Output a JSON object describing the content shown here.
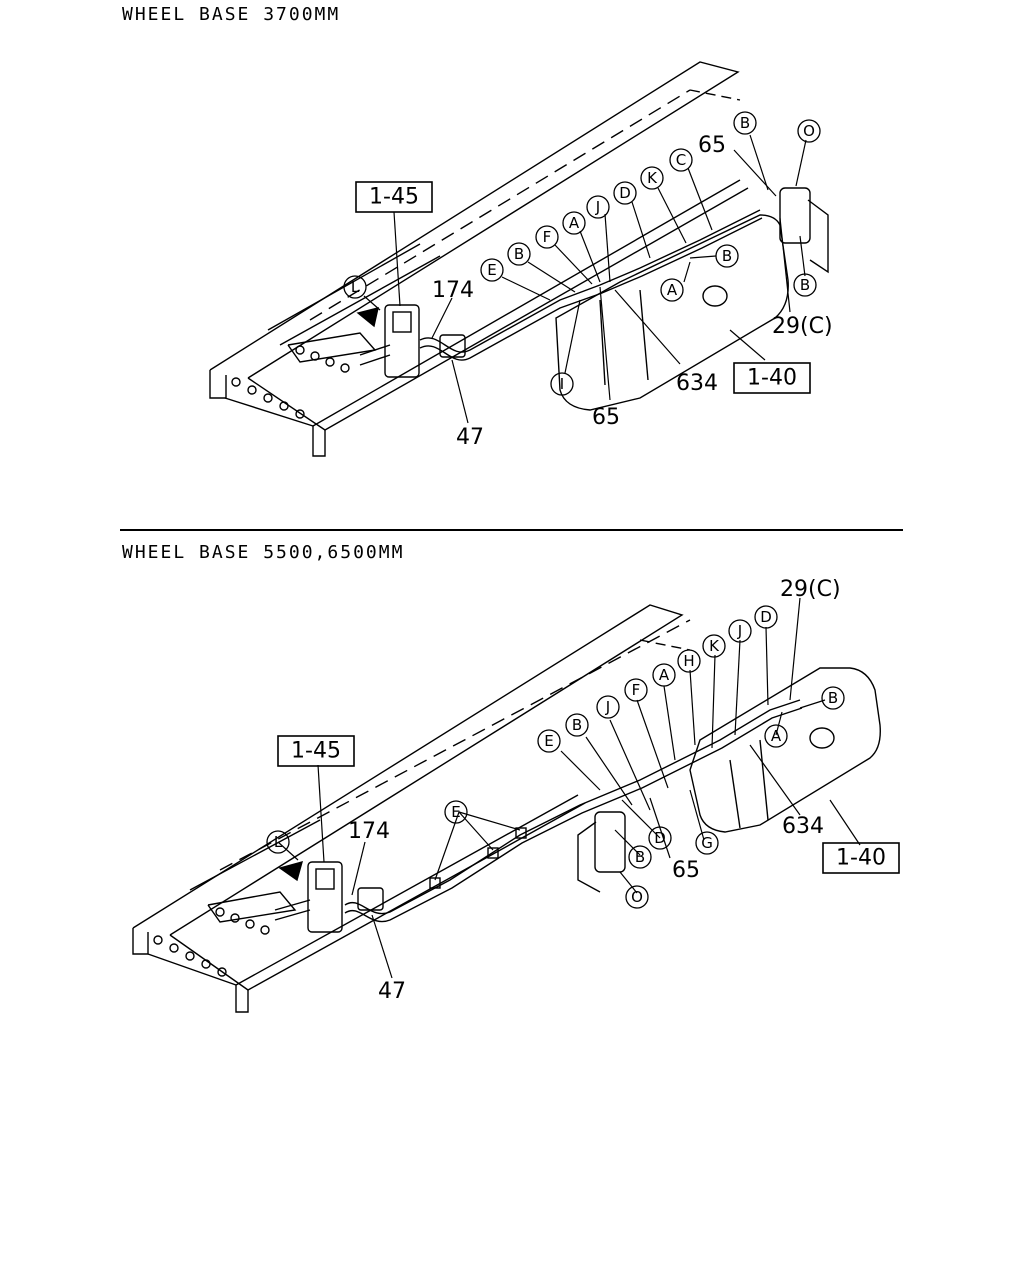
{
  "sections": [
    {
      "title": "WHEEL BASE 3700MM",
      "ref_boxes": [
        "1-45",
        "1-40"
      ],
      "part_numbers": [
        "174",
        "47",
        "65",
        "634",
        "65",
        "29(C)"
      ],
      "callout_letters": [
        "L",
        "E",
        "B",
        "F",
        "A",
        "J",
        "D",
        "K",
        "C",
        "B",
        "O",
        "B",
        "A",
        "B",
        "I"
      ]
    },
    {
      "title": "WHEEL BASE 5500,6500MM",
      "ref_boxes": [
        "1-45",
        "1-40"
      ],
      "part_numbers": [
        "174",
        "47",
        "65",
        "634",
        "29(C)"
      ],
      "callout_letters": [
        "L",
        "E",
        "E",
        "B",
        "J",
        "F",
        "A",
        "H",
        "K",
        "J",
        "D",
        "B",
        "A",
        "D",
        "G",
        "B",
        "O"
      ]
    }
  ]
}
